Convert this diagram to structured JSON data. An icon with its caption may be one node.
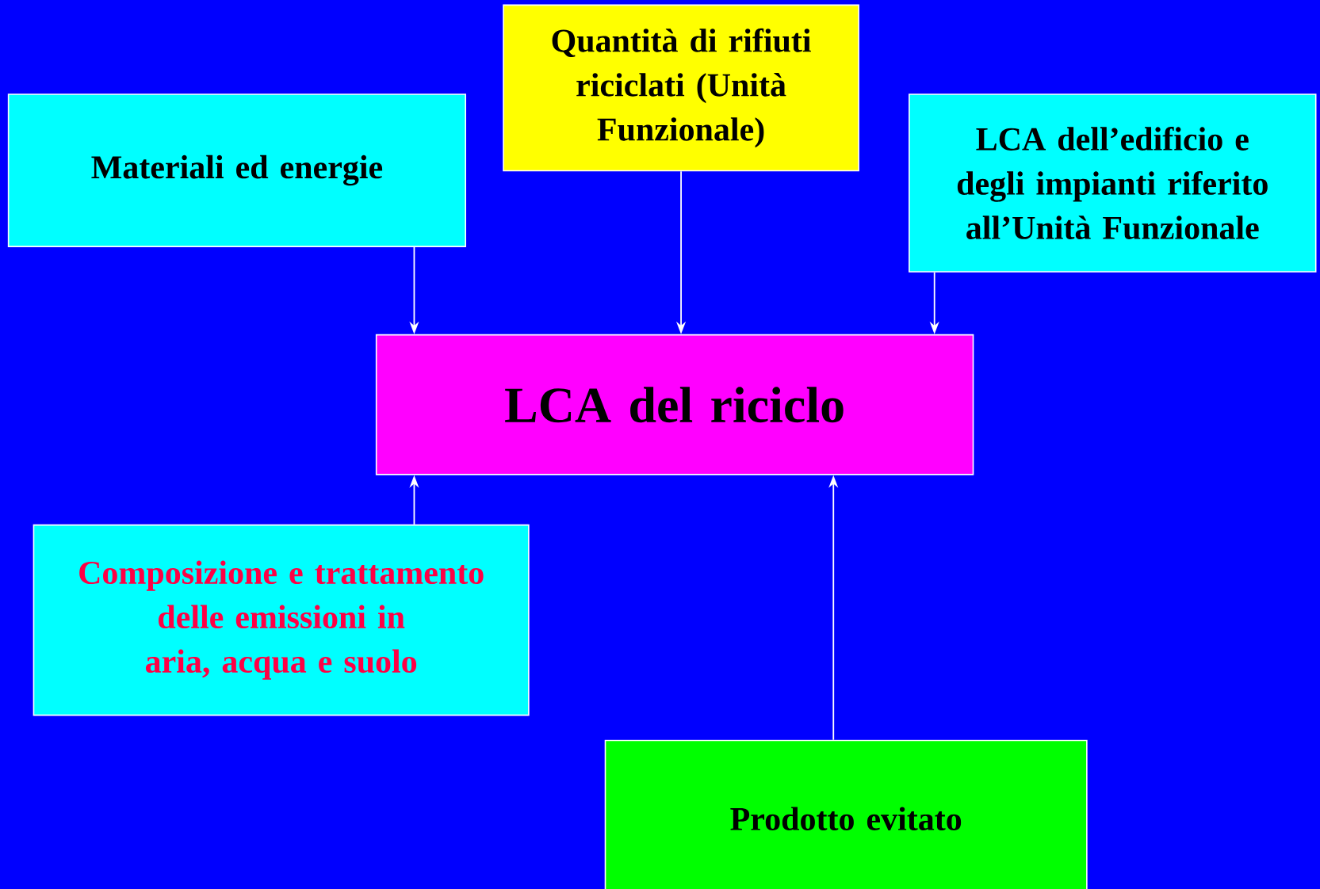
{
  "diagram": {
    "nodes": [
      {
        "text": [
          "Materiali ed energie"
        ]
      },
      {
        "text": [
          "Quantità di rifiuti riciclati (Unità Funzionale)"
        ]
      },
      {
        "text": [
          "LCA dell’edificio e degli impianti riferito all’Unità Funzionale"
        ]
      },
      {
        "text": [
          "LCA del riciclo"
        ]
      },
      {
        "text": [
          "Composizione e trattamento delle emissioni in aria, acqua e suolo"
        ]
      },
      {
        "text": [
          "Prodotto evitato"
        ]
      }
    ],
    "edges": [
      {
        "from": 0,
        "to": 3,
        "arrow": "to"
      },
      {
        "from": 1,
        "to": 3,
        "arrow": "to"
      },
      {
        "from": 2,
        "to": 3,
        "arrow": "to"
      },
      {
        "from": 4,
        "to": 3,
        "arrow": "to"
      },
      {
        "from": 5,
        "to": 3,
        "arrow": "to"
      }
    ]
  }
}
